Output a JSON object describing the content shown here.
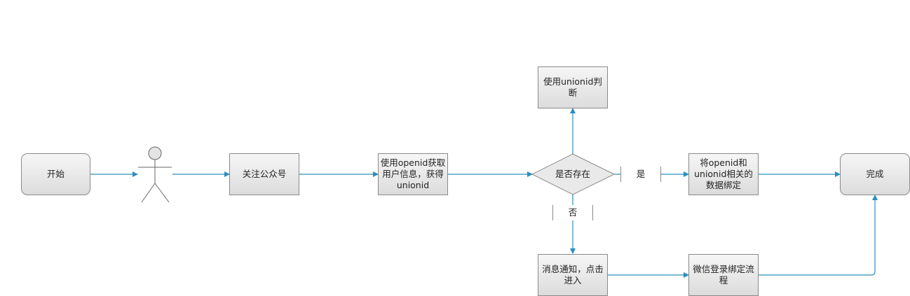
{
  "nodes": {
    "start": "开始",
    "follow": "关注公众号",
    "get_info": "使用openid获取用户信息，获得unionid",
    "judge": "使用unionid判断",
    "exists": "是否存在",
    "bind": "将openid和unionid相关的数据绑定",
    "notify": "消息通知，点击进入",
    "wechat_login": "微信登录绑定流程",
    "done": "完成"
  },
  "edge_labels": {
    "yes": "是",
    "no": "否"
  },
  "colors": {
    "connector": "#2a8fbd",
    "node_border": "#8a8a8a",
    "actor": "#666666"
  }
}
